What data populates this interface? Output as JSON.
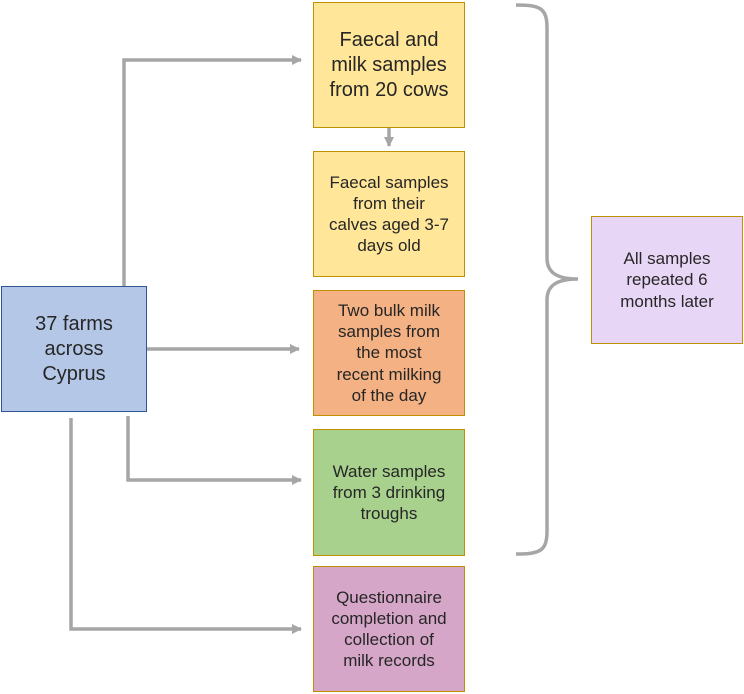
{
  "diagram": {
    "source": {
      "label": "37 farms\nacross\nCyprus"
    },
    "samples": [
      {
        "key": "faecal-milk",
        "label": "Faecal and\nmilk samples\nfrom 20 cows"
      },
      {
        "key": "calves",
        "label": "Faecal samples\nfrom their\ncalves aged 3-7\ndays old"
      },
      {
        "key": "bulk-milk",
        "label": "Two bulk milk\nsamples from\nthe most\nrecent milking\nof the day"
      },
      {
        "key": "water",
        "label": "Water samples\nfrom 3 drinking\ntroughs"
      },
      {
        "key": "questionnaire",
        "label": "Questionnaire\ncompletion and\ncollection of\nmilk records"
      }
    ],
    "repeat": {
      "label": "All samples\nrepeated 6\nmonths later"
    }
  },
  "colors": {
    "connector": "#a6a6a6",
    "source_fill": "#b4c7e7",
    "source_border": "#2f5597",
    "yellow_fill": "#ffe699",
    "orange_fill": "#f4b183",
    "green_fill": "#a9d18e",
    "pink_fill": "#d5a6c7",
    "lavender_fill": "#e8d6f7",
    "box_border": "#bf9000"
  }
}
